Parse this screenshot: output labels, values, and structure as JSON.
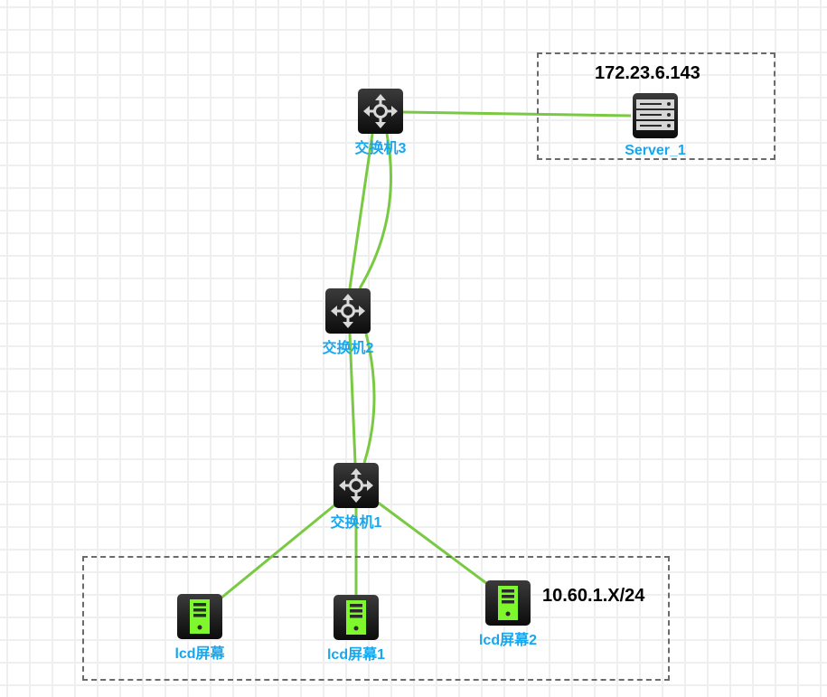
{
  "diagram": {
    "link_color": "#7ac943",
    "label_color": "#16a7ee",
    "groups": [
      {
        "id": "server-group",
        "label": "172.23.6.143"
      },
      {
        "id": "lcd-group",
        "label": "10.60.1.X/24"
      }
    ],
    "nodes": [
      {
        "id": "sw3",
        "type": "switch",
        "label": "交换机3"
      },
      {
        "id": "sw2",
        "type": "switch",
        "label": "交换机2"
      },
      {
        "id": "sw1",
        "type": "switch",
        "label": "交换机1"
      },
      {
        "id": "server1",
        "type": "server",
        "label": "Server_1"
      },
      {
        "id": "lcd0",
        "type": "pc",
        "label": "lcd屏幕"
      },
      {
        "id": "lcd1",
        "type": "pc",
        "label": "lcd屏幕1"
      },
      {
        "id": "lcd2",
        "type": "pc",
        "label": "lcd屏幕2"
      }
    ],
    "links": [
      {
        "from": "sw3",
        "to": "server1"
      },
      {
        "from": "sw3",
        "to": "sw2"
      },
      {
        "from": "sw3",
        "to": "sw2"
      },
      {
        "from": "sw2",
        "to": "sw1"
      },
      {
        "from": "sw2",
        "to": "sw1"
      },
      {
        "from": "sw1",
        "to": "lcd0"
      },
      {
        "from": "sw1",
        "to": "lcd1"
      },
      {
        "from": "sw1",
        "to": "lcd2"
      }
    ]
  }
}
